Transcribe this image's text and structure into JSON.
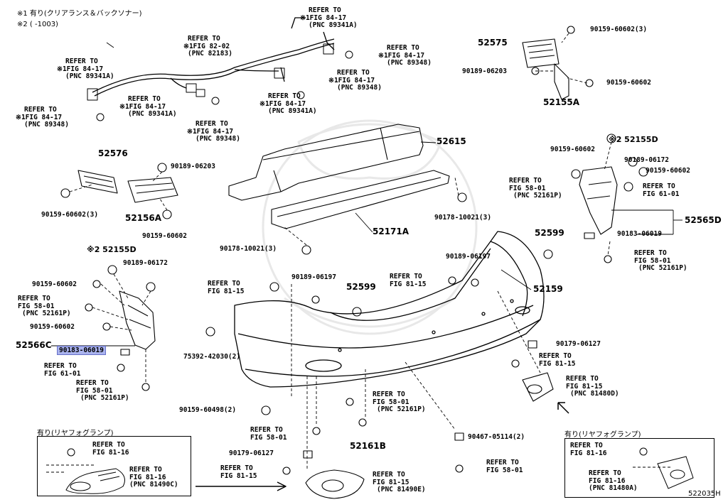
{
  "notes": {
    "note1": "※1 有り(クリアランス＆バックソナー)",
    "note2": "※2 (      -1003)"
  },
  "diagram_code": "522035H",
  "parts": {
    "p52575": "52575",
    "p90159_60602_3_top": "90159-60602(3)",
    "p90189_06203_top": "90189-06203",
    "p90159_60602_top": "90159-60602",
    "p52155A": "52155A",
    "p52615": "52615",
    "p52155D_right": "※2 52155D",
    "p90159_60602_r": "90159-60602",
    "p90189_06172_r": "90189-06172",
    "p90159_60602_r2": "90159-60602",
    "p52565D": "52565D",
    "p90183_06019_r": "90183-06019",
    "p52576": "52576",
    "p90189_06203_left": "90189-06203",
    "p90159_60602_3_left": "90159-60602(3)",
    "p52156A": "52156A",
    "p90159_60602_left": "90159-60602",
    "p52171A": "52171A",
    "p90178_10021_3_r": "90178-10021(3)",
    "p90178_10021_3_l": "90178-10021(3)",
    "p52599_r": "52599",
    "p90189_06197_r": "90189-06197",
    "p52155D_left": "※2 52155D",
    "p90189_06172_l": "90189-06172",
    "p90159_60602_l1": "90159-60602",
    "p90159_60602_l2": "90159-60602",
    "p52566C": "52566C",
    "p90183_06019_l": "90183-06019",
    "p90189_06197_c": "90189-06197",
    "p52599_c": "52599",
    "p52159": "52159",
    "p75392_42030_2": "75392-42030(2)",
    "p90179_06127_r": "90179-06127",
    "p90159_60498_2": "90159-60498(2)",
    "p52161B": "52161B",
    "p90179_06127_c": "90179-06127",
    "p90467_05114_2": "90467-05114(2)"
  },
  "refs": {
    "r_82183": [
      "REFER TO",
      "※1FIG 82-02",
      "(PNC 82183)"
    ],
    "r_89341A_top": [
      "REFER TO",
      "※1FIG 84-17",
      "(PNC 89341A)"
    ],
    "r_89348_tr": [
      "REFER TO",
      "※1FIG 84-17",
      "(PNC 89348)"
    ],
    "r_89348_mid": [
      "REFER TO",
      "※1FIG 84-17",
      "(PNC 89348)"
    ],
    "r_89341A_mid": [
      "REFER TO",
      "※1FIG 84-17",
      "(PNC 89341A)"
    ],
    "r_89341A_left": [
      "REFER TO",
      "※1FIG 84-17",
      "(PNC 89341A)"
    ],
    "r_89341A_c": [
      "REFER TO",
      "※1FIG 84-17",
      "(PNC 89341A)"
    ],
    "r_89348_left": [
      "REFER TO",
      "※1FIG 84-17",
      "(PNC 89348)"
    ],
    "r_89348_c": [
      "REFER TO",
      "※1FIG 84-17",
      "(PNC 89348)"
    ],
    "r_58_right": [
      "REFER TO",
      "FIG 58-01",
      "(PNC 52161P)"
    ],
    "r_61_right": [
      "REFER TO",
      "FIG 61-01"
    ],
    "r_58_right2": [
      "REFER TO",
      "FIG 58-01",
      "(PNC 52161P)"
    ],
    "r_81_15_a": [
      "REFER TO",
      "FIG 81-15"
    ],
    "r_81_15_b": [
      "REFER TO",
      "FIG 81-15"
    ],
    "r_58_left": [
      "REFER TO",
      "FIG 58-01",
      "(PNC 52161P)"
    ],
    "r_61_left": [
      "REFER TO",
      "FIG 61-01"
    ],
    "r_58_left2": [
      "REFER TO",
      "FIG 58-01",
      "(PNC 52161P)"
    ],
    "r_81_15_c": [
      "REFER TO",
      "FIG 81-15"
    ],
    "r_81480D": [
      "REFER TO",
      "FIG 81-15",
      "(PNC 81480D)"
    ],
    "r_58_c": [
      "REFER TO",
      "FIG 58-01",
      "(PNC 52161P)"
    ],
    "r_58_01_c2": [
      "REFER TO",
      "FIG 58-01"
    ],
    "r_81_15_d": [
      "REFER TO",
      "FIG 81-15"
    ],
    "r_81490E": [
      "REFER TO",
      "FIG 81-15",
      "(PNC 81490E)"
    ],
    "r_58_01_r": [
      "REFER TO",
      "FIG 58-01"
    ]
  },
  "insets": {
    "left_title": "有り(リヤフォグランプ)",
    "right_title": "有り(リヤフォグランプ)",
    "left_ref1": [
      "REFER TO",
      "FIG 81-16"
    ],
    "left_ref2": [
      "REFER TO",
      "FIG 81-16",
      "(PNC 81490C)"
    ],
    "right_ref1": [
      "REFER TO",
      "FIG 81-16"
    ],
    "right_ref2": [
      "REFER TO",
      "FIG 81-16",
      "(PNC 81480A)"
    ]
  },
  "highlight_color": "#aab3ee"
}
